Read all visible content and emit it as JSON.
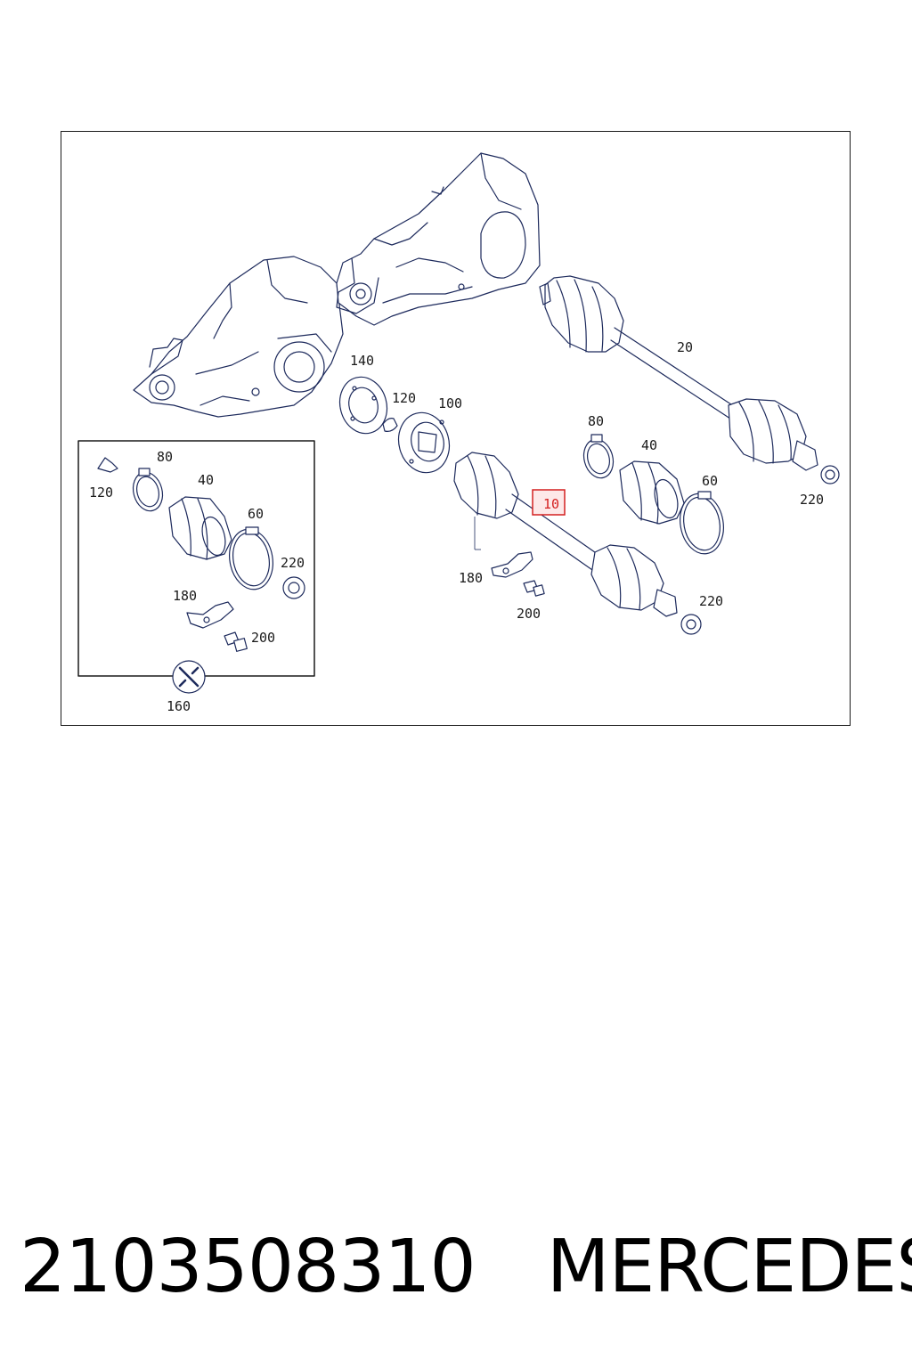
{
  "diagram": {
    "callouts": {
      "c20": "20",
      "c140": "140",
      "c120_top": "120",
      "c100": "100",
      "c80_right": "80",
      "c40_right": "40",
      "c60_right": "60",
      "c220_top": "220",
      "c10": "10",
      "c180_mid": "180",
      "c200_mid": "200",
      "c220_mid": "220",
      "c80_inset": "80",
      "c120_inset": "120",
      "c40_inset": "40",
      "c60_inset": "60",
      "c220_inset": "220",
      "c180_inset": "180",
      "c200_inset": "200",
      "c160": "160"
    },
    "highlighted_callout": "10",
    "highlight_color": "#d42020",
    "line_color": "#1d2a5c"
  },
  "footer": {
    "part_number": "2103508310",
    "brand": "MERCEDES"
  }
}
